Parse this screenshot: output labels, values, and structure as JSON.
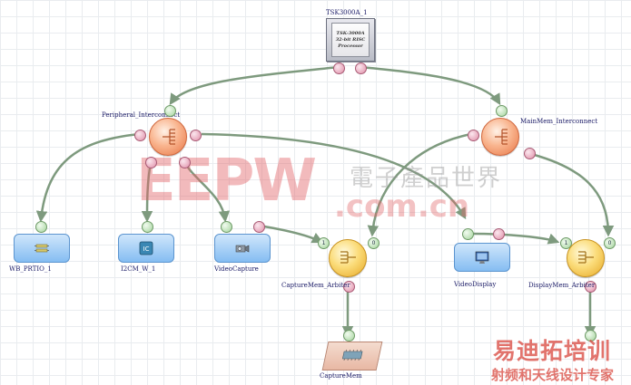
{
  "processor": {
    "label": "TSK3000A_1",
    "chip_text": [
      "TSK-3000A",
      "32-bit RISC",
      "Processor"
    ]
  },
  "interconnects": [
    {
      "id": "peripheral",
      "label": "Peripheral_Interconnect"
    },
    {
      "id": "mainmem",
      "label": "MainMem_Interconnect"
    }
  ],
  "devices": [
    {
      "id": "wb",
      "label": "WB_PRTIO_1",
      "icon": "io-port-icon"
    },
    {
      "id": "i2c",
      "label": "I2CM_W_1",
      "icon": "i2c-chip-icon"
    },
    {
      "id": "vcap",
      "label": "VideoCapture",
      "icon": "camera-icon"
    },
    {
      "id": "vdisp",
      "label": "VideoDisplay",
      "icon": "monitor-icon"
    }
  ],
  "arbiters": [
    {
      "id": "capture",
      "label": "CaptureMem_Arbiter",
      "ports": [
        "1",
        "0"
      ]
    },
    {
      "id": "display",
      "label": "DisplayMem_Arbiter",
      "ports": [
        "1",
        "0"
      ]
    }
  ],
  "memories": [
    {
      "id": "capmem",
      "label": "CaptureMem"
    }
  ],
  "watermarks": {
    "brand": "EEPW",
    "brand_cn": "電子產品世界",
    "site": ".com.cn",
    "cn_top": "易迪拓培训",
    "cn_bottom": "射频和天线设计专家"
  },
  "colors": {
    "link": "#7e9a7e",
    "port_green": "#a4d49c",
    "port_pink": "#e08ea8",
    "device_blue": "#85bdf2",
    "hub_orange": "#f9b58f",
    "hub_yellow": "#fbdc7a"
  }
}
